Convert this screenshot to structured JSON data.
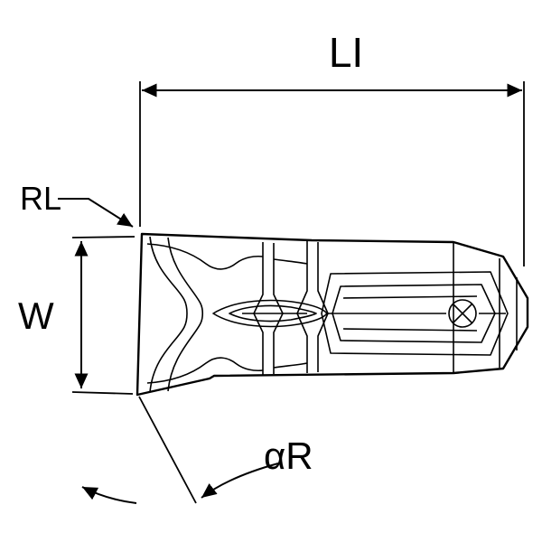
{
  "diagram": {
    "type": "technical-drawing",
    "view": "insert-top-view",
    "labels": {
      "length": "LI",
      "corner_radius": "RL",
      "width": "W",
      "front_angle": "αR"
    },
    "colors": {
      "line": "#000000",
      "background": "#ffffff"
    }
  }
}
